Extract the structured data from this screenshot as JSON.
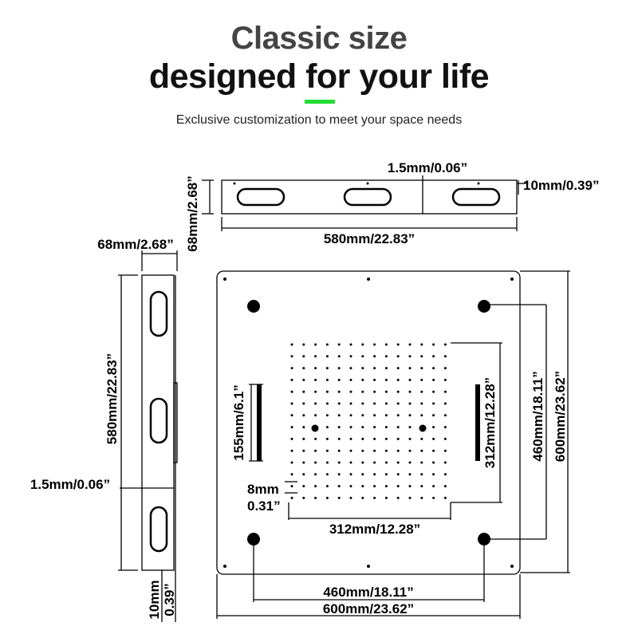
{
  "header": {
    "title_line1": "Classic size",
    "title_line2": "designed for your life",
    "subtitle": "Exclusive customization to meet your space needs"
  },
  "colors": {
    "accent": "#22dd33",
    "line": "#000000"
  },
  "dimensions": {
    "top_view": {
      "thickness_top": "1.5mm/0.06”",
      "depth": "10mm/0.39”",
      "height_side": "68mm/2.68”",
      "length": "580mm/22.83”"
    },
    "side_view": {
      "width": "68mm/2.68”",
      "length": "580mm/22.83”",
      "thickness": "1.5mm/0.06”",
      "depth_1": "10mm",
      "depth_2": "0.39”"
    },
    "front_view": {
      "led_length": "155mm/6.1”",
      "nozzle_area_h": "312mm/12.28”",
      "nozzle_area_w": "312mm/12.28”",
      "nozzle_spacing_1": "8mm",
      "nozzle_spacing_2": "0.31”",
      "hole_spacing_h": "460mm/18.11”",
      "panel_h": "600mm/23.62”",
      "hole_spacing_w": "460mm/18.11”",
      "panel_w": "600mm/23.62”"
    }
  }
}
